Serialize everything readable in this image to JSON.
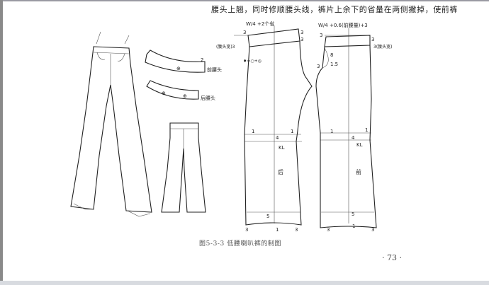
{
  "header": {
    "text": "腰头上翘，同时修顺腰头线，裤片上余下的省量在两侧撇掉，使前裤"
  },
  "figure": {
    "caption": "图5-3-3   低腰喇叭裤的制图",
    "waistband_front_label": "前腰头",
    "waistband_back_label": "后腰头",
    "waistband_dim": "2",
    "back_piece": {
      "label": "后",
      "top_formula": "W/4 +2个省",
      "waistband_width": "(腰头宽)3",
      "dart_formula": "♦=○+◎",
      "knee_label": "KL",
      "dims": [
        "3",
        "3",
        "3",
        "1",
        "1",
        "4",
        "5",
        "3",
        "1",
        "3"
      ]
    },
    "front_piece": {
      "label": "前",
      "top_formula": "W/4 +0.6(前腰量)+3",
      "waistband_width": "3(腰头宽)",
      "knee_label": "KL",
      "dims": [
        "3",
        "3",
        "8",
        "1.5",
        "3",
        "1",
        "1",
        "4",
        "5",
        "3",
        "1",
        "3"
      ]
    }
  },
  "page_number": "· 73 ·"
}
